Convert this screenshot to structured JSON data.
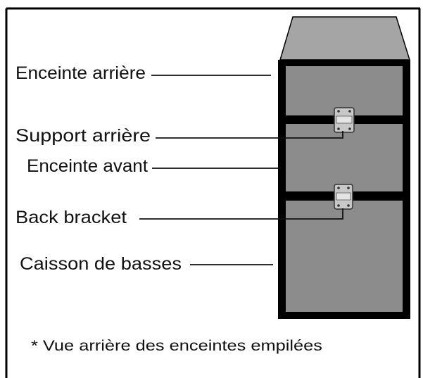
{
  "labels": {
    "rear_speaker": "Enceinte arrière",
    "rear_bracket": "Support arrière",
    "front_speaker": "Enceinte avant",
    "back_bracket": "Back bracket",
    "subwoofer": "Caisson de basses"
  },
  "caption": "* Vue arrière des enceintes empilées",
  "colors": {
    "frame": "#000000",
    "panel": "#8c8c8c",
    "top": "#a5a5a5",
    "bracket": "#c8c8c8",
    "leader_line": "#111111",
    "text": "#111111"
  }
}
